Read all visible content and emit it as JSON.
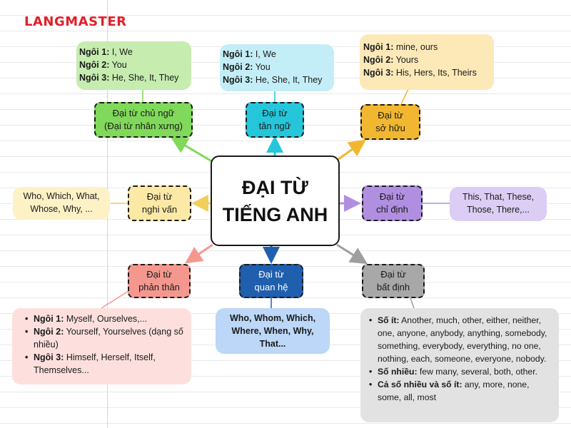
{
  "logo": "LANGMASTER",
  "center": {
    "line1": "ĐẠI TỪ",
    "line2": "TIẾNG ANH"
  },
  "colors": {
    "green": "#80d95a",
    "cyan": "#26c6da",
    "gold": "#f2b730",
    "purple": "#b08fe0",
    "gray": "#9e9e9e",
    "blue": "#1f5fae",
    "salmon": "#f4988f",
    "yellow": "#fde9a6"
  },
  "nodes": {
    "subject": {
      "line1": "Đại từ chủ ngữ",
      "line2": "(Đại từ nhân xưng)"
    },
    "object": {
      "line1": "Đại từ",
      "line2": "tân ngữ"
    },
    "possessive": {
      "line1": "Đại từ",
      "line2": "sở hữu"
    },
    "interrogative": {
      "line1": "Đại từ",
      "line2": "nghi vấn"
    },
    "demonstrative": {
      "line1": "Đại từ",
      "line2": "chỉ định"
    },
    "reflexive": {
      "line1": "Đại từ",
      "line2": "phản thân"
    },
    "relative": {
      "line1": "Đại từ",
      "line2": "quan hệ"
    },
    "indefinite": {
      "line1": "Đại từ",
      "line2": "bất định"
    }
  },
  "info": {
    "subject": [
      {
        "label": "Ngôi 1:",
        "text": " I, We"
      },
      {
        "label": "Ngôi 2:",
        "text": "  You"
      },
      {
        "label": "Ngôi 3:",
        "text": " He, She, It, They"
      }
    ],
    "object": [
      {
        "label": "Ngôi 1:",
        "text": " I, We"
      },
      {
        "label": "Ngôi 2:",
        "text": " You"
      },
      {
        "label": "Ngôi 3:",
        "text": " He, She, It, They"
      }
    ],
    "possessive": [
      {
        "label": "Ngôi 1:",
        "text": " mine, ours"
      },
      {
        "label": "Ngôi 2:",
        "text": " Yours"
      },
      {
        "label": "Ngôi 3:",
        "text": " His, Hers, Its, Theirs"
      }
    ],
    "interrogative": {
      "line1": "Who, Which, What,",
      "line2": "Whose, Why, ..."
    },
    "demonstrative": {
      "line1": "This, That, These,",
      "line2": "Those, There,..."
    },
    "relative": {
      "line1": "Who, Whom, Which,",
      "line2": "Where, When, Why,",
      "line3": "That..."
    },
    "reflexive": [
      {
        "label": "Ngôi 1:",
        "text": " Myself, Ourselves,..."
      },
      {
        "label": "Ngôi 2:",
        "text": " Yourself, Yourselves (dạng số nhiều)"
      },
      {
        "label": "Ngôi 3:",
        "text": " Himself, Herself, Itself, Themselves..."
      }
    ],
    "indefinite": [
      {
        "label": "Số ít:",
        "text": " Another, much, other, either, neither, one, anyone, anybody, anything, somebody, something, everybody, everything, no one, nothing, each, someone, everyone, nobody."
      },
      {
        "label": "Số nhiều:",
        "text": " few many, several, both, other."
      },
      {
        "label": "Cả số nhiều và số ít:",
        "text": " any, more, none, some, all, most"
      }
    ]
  }
}
